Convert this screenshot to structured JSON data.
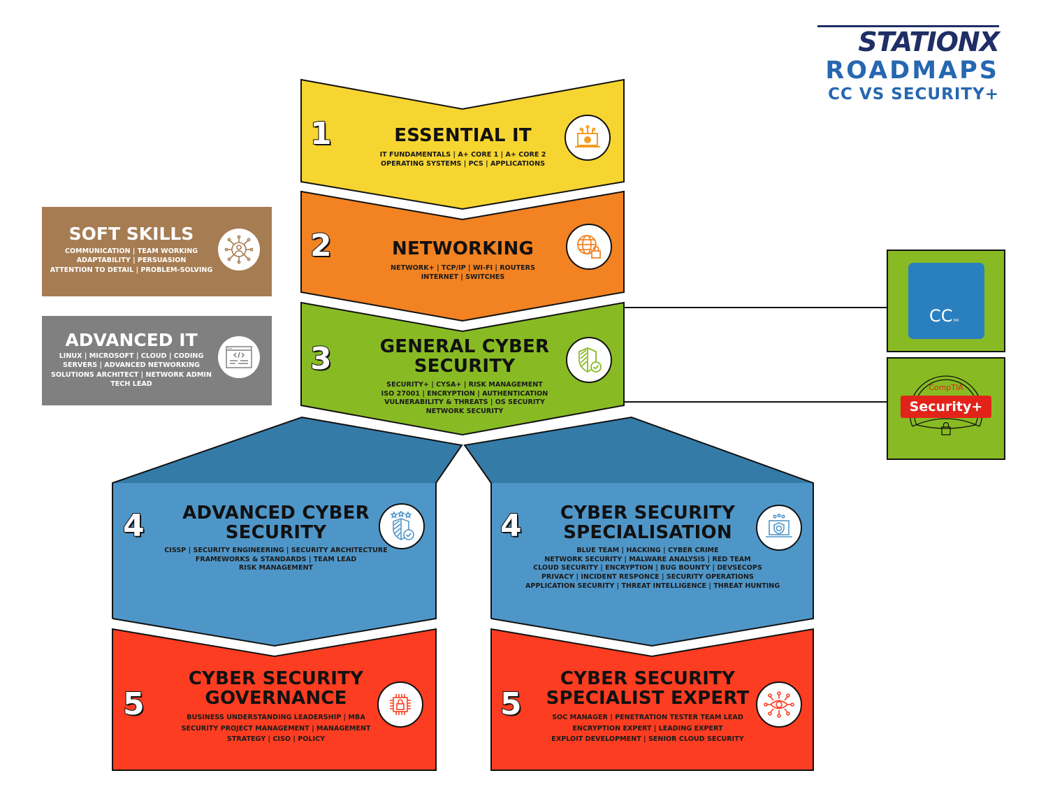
{
  "brand": {
    "logo": "STATIONX",
    "line2": "ROADMAPS",
    "line3": "CC VS SECURITY+",
    "colors": {
      "dark": "#1f2e66",
      "blue": "#2667b0"
    }
  },
  "levels": [
    {
      "number": "1",
      "title": "ESSENTIAL IT",
      "skills": [
        "IT FUNDAMENTALS  |  A+ CORE 1  |  A+ CORE 2",
        "OPERATING SYSTEMS  |  PCS  |  APPLICATIONS"
      ],
      "icon": "laptop-gear-icon",
      "color": "#f7d531"
    },
    {
      "number": "2",
      "title": "NETWORKING",
      "skills": [
        "NETWORK+  |  TCP/IP  |  WI-FI  |  ROUTERS",
        "INTERNET  |  SWITCHES"
      ],
      "icon": "globe-lock-icon",
      "color": "#f28222"
    },
    {
      "number": "3",
      "title_lines": [
        "GENERAL CYBER",
        "SECURITY"
      ],
      "skills": [
        "SECURITY+  |  CYSA+  |  RISK MANAGEMENT",
        "ISO 27001  |  ENCRYPTION  |  AUTHENTICATION",
        "VULNERABILITY & THREATS  |  OS SECURITY",
        "NETWORK SECURITY"
      ],
      "icon": "shield-check-icon",
      "color": "#88bb23"
    },
    {
      "number": "4",
      "title_lines": [
        "ADVANCED CYBER",
        "SECURITY"
      ],
      "skills": [
        "CISSP | SECURITY ENGINEERING | SECURITY ARCHITECTURE",
        "FRAMEWORKS & STANDARDS | TEAM LEAD",
        "RISK MANAGEMENT"
      ],
      "icon": "shield-stars-icon",
      "color": "#4f96c8"
    },
    {
      "number": "4",
      "title_lines": [
        "CYBER SECURITY",
        "SPECIALISATION"
      ],
      "skills": [
        "BLUE TEAM | HACKING | CYBER CRIME",
        "NETWORK SECURITY | MALWARE ANALYSIS | RED TEAM",
        "CLOUD SECURITY | ENCRYPTION | BUG BOUNTY | DEVSECOPS",
        "PRIVACY | INCIDENT RESPONCE | SECURITY OPERATIONS",
        "APPLICATION SECURITY | THREAT INTELLIGENCE | THREAT HUNTING"
      ],
      "icon": "laptop-shield-icon",
      "color": "#4f96c8"
    },
    {
      "number": "5",
      "title_lines": [
        "CYBER SECURITY",
        "GOVERNANCE"
      ],
      "skills": [
        "BUSINESS UNDERSTANDING  LEADERSHIP | MBA",
        "SECURITY PROJECT MANAGEMENT | MANAGEMENT",
        "STRATEGY | CISO | POLICY"
      ],
      "icon": "chip-lock-icon",
      "color": "#fc3d21"
    },
    {
      "number": "5",
      "title_lines": [
        "CYBER SECURITY",
        "SPECIALIST EXPERT"
      ],
      "skills": [
        "SOC MANAGER | PENETRATION TESTER TEAM LEAD",
        "ENCRYPTION EXPERT | LEADING EXPERT",
        "EXPLOIT DEVELOPMENT | SENIOR CLOUD SECURITY"
      ],
      "icon": "eye-network-icon",
      "color": "#fc3d21"
    }
  ],
  "side_boxes": [
    {
      "title": "SOFT SKILLS",
      "skills": [
        "COMMUNICATION  |  TEAM WORKING",
        "ADAPTABILITY  |  PERSUASION",
        "ATTENTION TO DETAIL  |  PROBLEM-SOLVING"
      ],
      "icon": "people-network-icon",
      "color": "#a67c52"
    },
    {
      "title": "ADVANCED IT",
      "skills": [
        "LINUX  |  MICROSOFT  |  CLOUD  |  CODING",
        "SERVERS  |  ADVANCED NETWORKING",
        "SOLUTIONS ARCHITECT  |  NETWORK ADMIN",
        "TECH LEAD"
      ],
      "icon": "code-window-icon",
      "color": "#808080"
    }
  ],
  "certs": [
    {
      "name": "CC",
      "mark": "SM",
      "color": "#2a7fbf"
    },
    {
      "vendor": "CompTIA",
      "name": "Security+",
      "color": "#e2231a"
    }
  ],
  "cert_panel_color": "#88bb23"
}
